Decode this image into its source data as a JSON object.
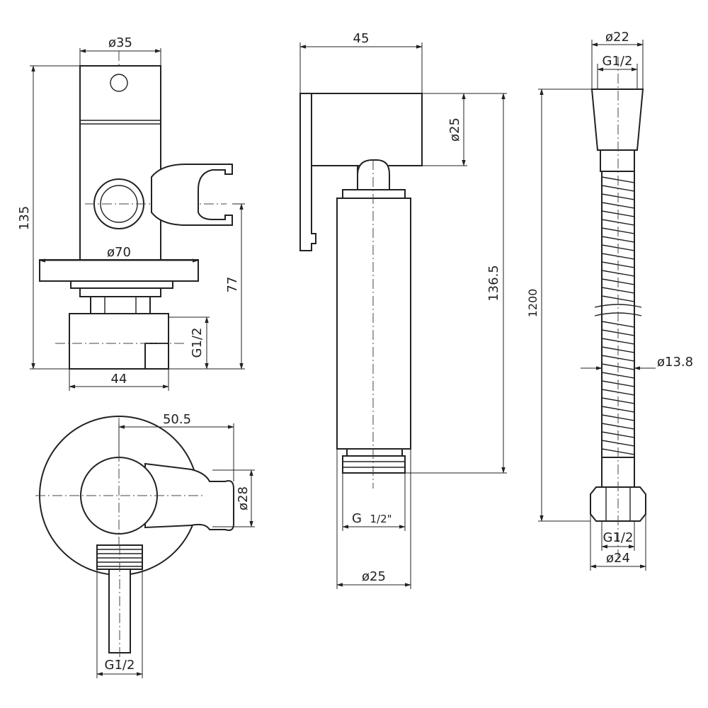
{
  "dimensions": {
    "valve_body_diameter": "ø35",
    "valve_total_height": "135",
    "plate_diameter": "ø70",
    "outlet_height": "77",
    "side_thread": "G1/2",
    "base_width": "44",
    "plan_depth": "50.5",
    "holder_diameter": "ø28",
    "inlet_thread": "G1/2",
    "sprayer_width": "45",
    "head_diameter": "ø25",
    "sprayer_length": "136.5",
    "sprayer_thread_g": "G",
    "sprayer_thread_frac": "1/2\"",
    "sprayer_diameter": "ø25",
    "hose_top_diameter": "ø22",
    "hose_top_thread": "G1/2",
    "hose_length": "1200",
    "hose_diameter": "ø13.8",
    "hose_bottom_thread": "G1/2",
    "hose_bottom_diameter": "ø24"
  },
  "colors": {
    "line": "#222222",
    "background": "#ffffff"
  }
}
